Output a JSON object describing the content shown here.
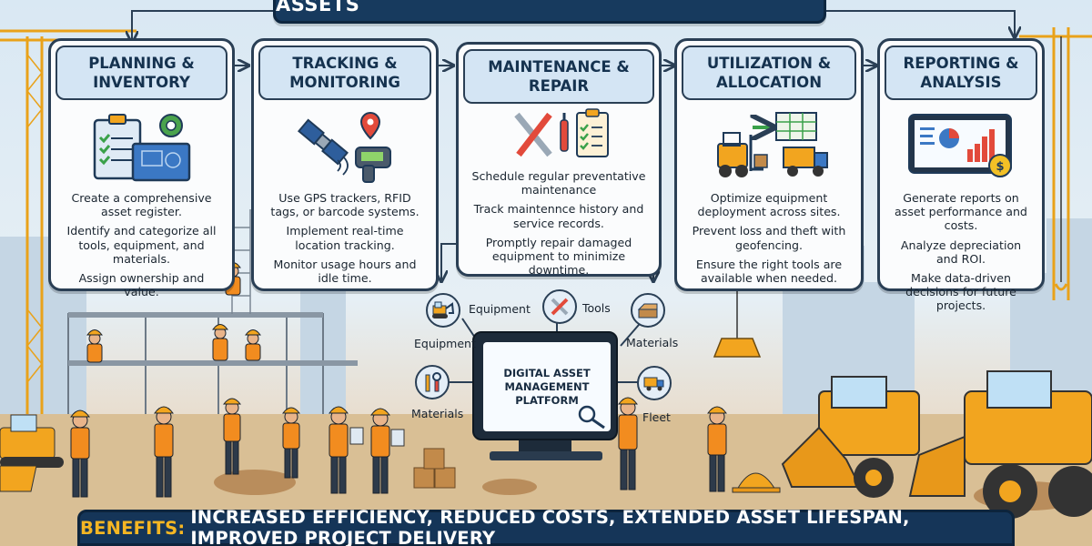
{
  "title": "HOW CONTRACTORS CAN MANAGE VALUABLE ASSETS",
  "cards": [
    {
      "heading": "PLANNING & INVENTORY",
      "icon": "clipboard-blueprint-gear-icon",
      "lines": [
        "Create a comprehensive asset register.",
        "Identify and categorize all tools, equipment, and materials.",
        "Assign ownership and value."
      ]
    },
    {
      "heading": "TRACKING & MONITORING",
      "icon": "satellite-gps-scanner-icon",
      "lines": [
        "Use GPS trackers, RFID tags, or barcode systems.",
        "Implement real-time location tracking.",
        "Monitor usage hours and idle time."
      ]
    },
    {
      "heading": "MAINTENANCE & REPAIR",
      "icon": "wrench-screwdriver-checklist-icon",
      "lines": [
        "Schedule regular preventative maintenance",
        "Track maintennce history and service records.",
        "Promptly repair damaged equipment to minimize downtime."
      ]
    },
    {
      "heading": "UTILIZATION & ALLOCATION",
      "icon": "forklift-truck-schedule-icon",
      "lines": [
        "Optimize equipment deployment across sites.",
        "Prevent loss and theft with geofencing.",
        "Ensure the right tools are available when needed."
      ]
    },
    {
      "heading": "REPORTING & ANALYSIS",
      "icon": "tablet-charts-dollar-icon",
      "lines": [
        "Generate reports on asset performance and costs.",
        "Analyze depreciation and ROI.",
        "Make data-driven decisions for future projects."
      ]
    }
  ],
  "platform": {
    "label": "DIGITAL ASSET MANAGEMENT PLATFORM",
    "nodes": {
      "equipment_top": "Equipment",
      "tools": "Tools",
      "equipment_left": "Equipment",
      "materials_right": "Materials",
      "materials_left": "Materials",
      "fleet": "Fleet"
    }
  },
  "benefits": {
    "lead": "BENEFITS:",
    "text": "INCREASED EFFICIENCY, REDUCED COSTS, EXTENDED ASSET LIFESPAN, IMPROVED PROJECT DELIVERY"
  },
  "colors": {
    "navy": "#173a5e",
    "card_header": "#d4e5f4",
    "accent_orange": "#f2a51f",
    "benefit_lead": "#f5b623"
  }
}
